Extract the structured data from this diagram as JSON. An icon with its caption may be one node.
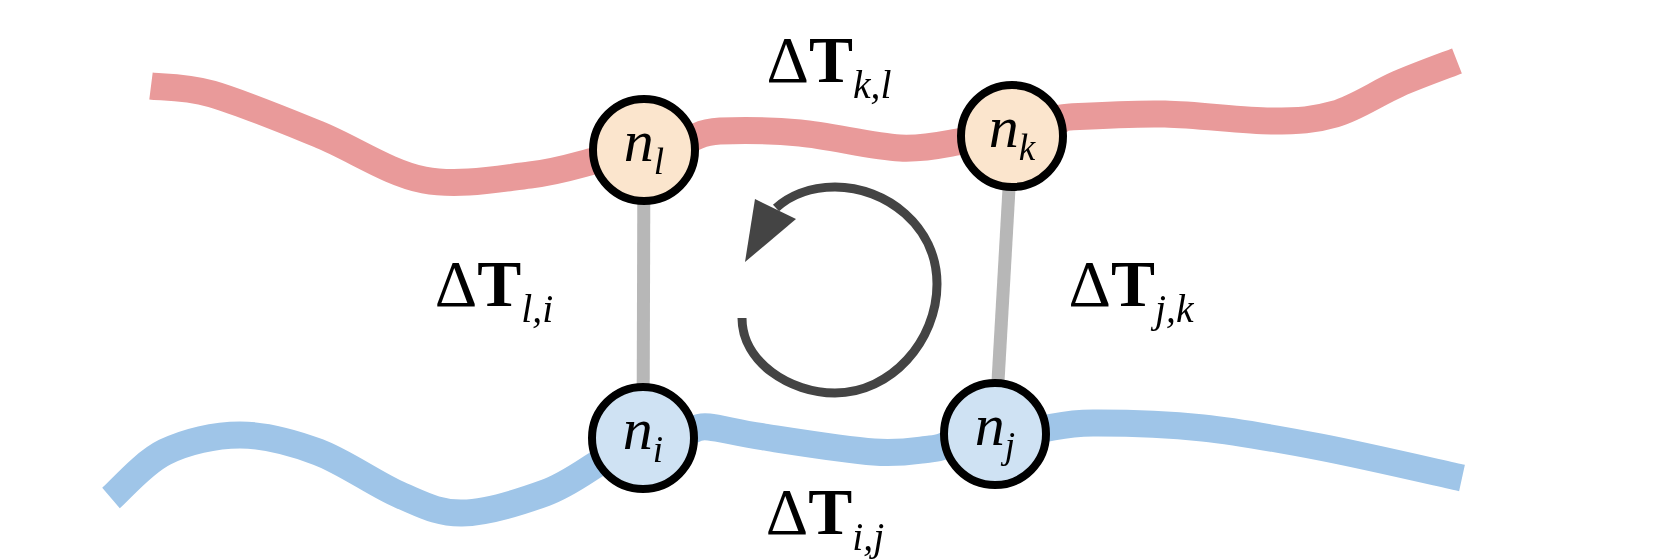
{
  "diagram": {
    "nodes": [
      {
        "text": [
          "n$_{l}$"
        ]
      },
      {
        "text": [
          "n$_{k}$"
        ]
      },
      {
        "text": [
          "n$_{i}$"
        ]
      },
      {
        "text": [
          "n$_{j}$"
        ]
      }
    ],
    "edges": [
      {
        "from": 0,
        "to": 1,
        "arrow": "none",
        "label": "Δ**T**$_{k,l}$",
        "color": "#e99a9a"
      },
      {
        "from": 0,
        "to": 2,
        "arrow": "none",
        "label": "Δ**T**$_{l,i}$",
        "color": "#b7b7b7"
      },
      {
        "from": 1,
        "to": 3,
        "arrow": "none",
        "label": "Δ**T**$_{j,k}$",
        "color": "#b7b7b7"
      },
      {
        "from": 2,
        "to": 3,
        "arrow": "none",
        "label": "Δ**T**$_{i,j}$",
        "color": "#9fc5e8"
      },
      {
        "from": null,
        "to": 0,
        "arrow": "none",
        "color": "#e99a9a"
      },
      {
        "from": 1,
        "to": null,
        "arrow": "none",
        "color": "#e99a9a"
      },
      {
        "from": null,
        "to": 2,
        "arrow": "none",
        "color": "#9fc5e8"
      },
      {
        "from": 3,
        "to": null,
        "arrow": "none",
        "color": "#9fc5e8"
      }
    ]
  }
}
